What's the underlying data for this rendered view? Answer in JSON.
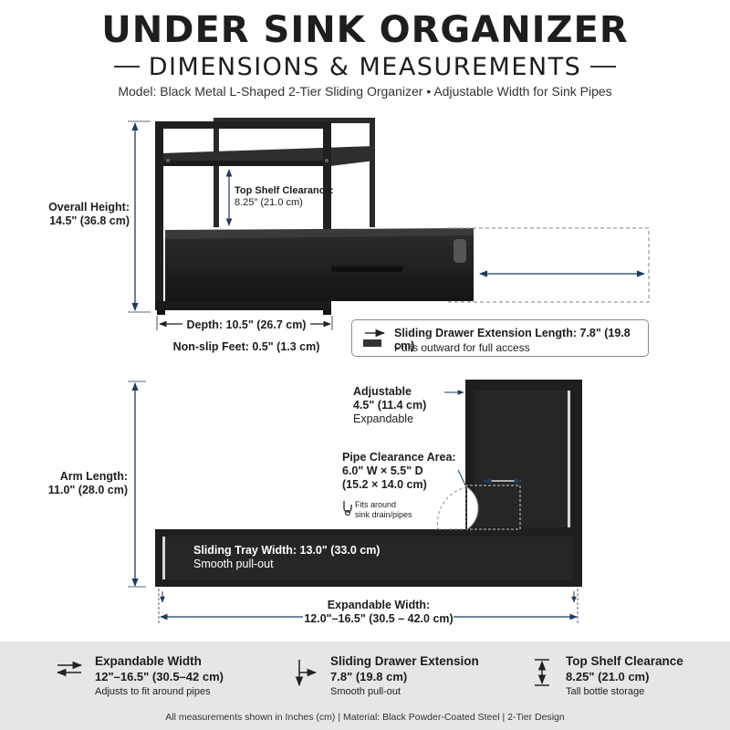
{
  "header": {
    "title": "UNDER SINK ORGANIZER",
    "subtitle": "DIMENSIONS & MEASUREMENTS",
    "model": "Model: Black Metal L-Shaped 2-Tier Sliding Organizer • Adjustable Width for Sink Pipes"
  },
  "side_view": {
    "overall_height_label": "Overall Height:",
    "overall_height_value": "14.5\" (36.8 cm)",
    "top_shelf_label": "Top Shelf Clearance:",
    "top_shelf_value": "8.25\" (21.0 cm)",
    "depth": "Depth: 10.5\" (26.7 cm)",
    "feet": "Non-slip Feet: 0.5\" (1.3 cm)",
    "drawer_callout_title": "Sliding Drawer Extension Length: 7.8\" (19.8 cm)",
    "drawer_callout_sub": "Pulls outward for full access"
  },
  "top_view": {
    "adjustable_title": "Adjustable",
    "adjustable_value": "4.5\" (11.4 cm)",
    "adjustable_sub": "Expandable",
    "arm_length_label": "Arm Length:",
    "arm_length_value": "11.0\" (28.0 cm)",
    "pipe_title": "Pipe Clearance Area:",
    "pipe_line1": "6.0\" W × 5.5\" D",
    "pipe_line2": "(15.2 × 14.0 cm)",
    "pipe_note_1": "Fits around",
    "pipe_note_2": "sink drain/pipes",
    "tray_title": "Sliding Tray Width: 13.0\" (33.0 cm)",
    "tray_sub": "Smooth pull-out",
    "width_label": "Expandable Width:",
    "width_value": "12.0\"–16.5\" (30.5 – 42.0 cm)"
  },
  "features": [
    {
      "icon": "horizontal-arrows-icon",
      "title": "Expandable Width",
      "value": "12\"–16.5\" (30.5–42 cm)",
      "sub": "Adjusts to fit around pipes"
    },
    {
      "icon": "slide-arrow-icon",
      "title": "Sliding Drawer Extension",
      "value": "7.8\" (19.8 cm)",
      "sub": "Smooth pull-out"
    },
    {
      "icon": "vertical-clearance-icon",
      "title": "Top Shelf Clearance",
      "value": "8.25\" (21.0 cm)",
      "sub": "Tall bottle storage"
    }
  ],
  "footnote": "All measurements shown in Inches (cm) | Material: Black Powder-Coated Steel | 2-Tier Design",
  "colors": {
    "metal": "#222222",
    "metal_dark": "#111111",
    "dimension": "#1f3a5f",
    "footer_bg": "#e6e6e6"
  }
}
